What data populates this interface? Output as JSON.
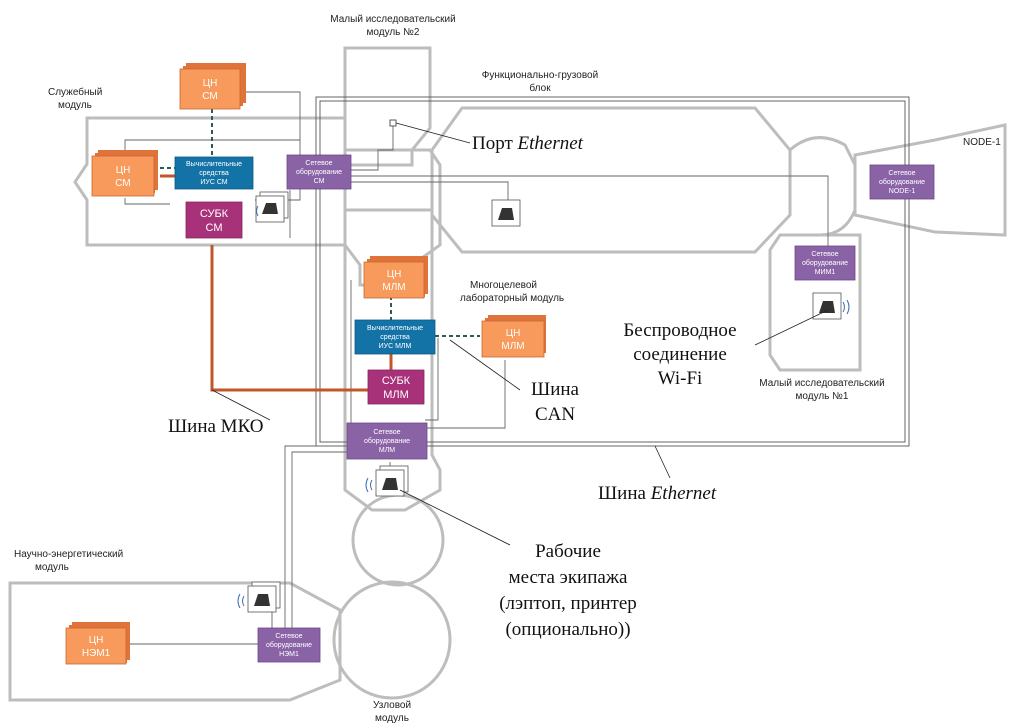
{
  "modules": {
    "service": [
      "Служебный",
      "модуль"
    ],
    "small_research_2": [
      "Малый исследовательский",
      "модуль №2"
    ],
    "functional_cargo": [
      "Функционально-грузовой",
      "блок"
    ],
    "node1": [
      "NODE-1"
    ],
    "multipurpose_lab": [
      "Многоцелевой",
      "лабораторный модуль"
    ],
    "small_research_1": [
      "Малый исследовательский",
      "модуль №1"
    ],
    "science_power": [
      "Научно-энергетический",
      "модуль"
    ],
    "node_module": [
      "Узловой",
      "модуль"
    ]
  },
  "boxes": {
    "cn_sm": [
      "ЦН",
      "СМ"
    ],
    "cn_sm2": [
      "ЦН",
      "СМ"
    ],
    "compute_sm": [
      "Вычислительные",
      "средства",
      "ИУС СМ"
    ],
    "net_sm": [
      "Сетевое",
      "оборудование",
      "СМ"
    ],
    "subk_sm": [
      "СУБК",
      "СМ"
    ],
    "net_node1": [
      "Сетевое",
      "оборудование",
      "NODE-1"
    ],
    "net_mim1": [
      "Сетевое",
      "оборудование",
      "МИМ1"
    ],
    "cn_mlm": [
      "ЦН",
      "МЛМ"
    ],
    "cn_mlm2": [
      "ЦН",
      "МЛМ"
    ],
    "compute_mlm": [
      "Вычислительные",
      "средства",
      "ИУС МЛМ"
    ],
    "subk_mlm": [
      "СУБК",
      "МЛМ"
    ],
    "net_mlm": [
      "Сетевое",
      "оборудование",
      "МЛМ"
    ],
    "cn_nem1": [
      "ЦН",
      "НЭМ1"
    ],
    "net_nem1": [
      "Сетевое",
      "оборудование",
      "НЭМ1"
    ]
  },
  "callouts": {
    "ethernet_port": [
      "Порт ",
      "Ethernet"
    ],
    "wifi": [
      "Беспроводное",
      "соединение",
      "Wi-Fi"
    ],
    "can_bus": [
      "Шина",
      "CAN"
    ],
    "mko_bus": [
      "Шина МКО"
    ],
    "ethernet_bus": [
      "Шина ",
      "Ethernet"
    ],
    "workstations": [
      "Рабочие",
      "места экипажа",
      "(лэптоп, принтер",
      "(опционально))"
    ]
  },
  "colors": {
    "orange": "#f79a5c",
    "orange_dark": "#e0733a",
    "blue": "#1473a6",
    "purple": "#8a63a6",
    "magenta": "#a8327a",
    "mko": "#c0562a",
    "module_outline": "#bdbdbd"
  }
}
